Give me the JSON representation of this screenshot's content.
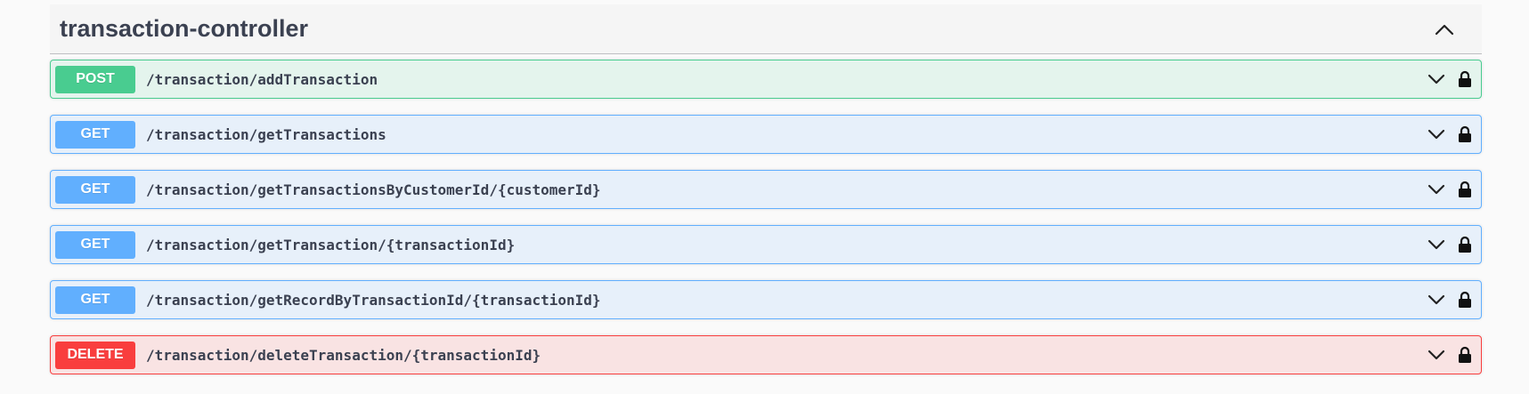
{
  "section": {
    "title": "transaction-controller",
    "toggle_icon": "chevron-up-icon"
  },
  "colors": {
    "post": "#49cc90",
    "get": "#61affe",
    "delete": "#f93e3e",
    "text": "#3b4151"
  },
  "operations": [
    {
      "method": "POST",
      "path": "/transaction/addTransaction"
    },
    {
      "method": "GET",
      "path": "/transaction/getTransactions"
    },
    {
      "method": "GET",
      "path": "/transaction/getTransactionsByCustomerId/{customerId}"
    },
    {
      "method": "GET",
      "path": "/transaction/getTransaction/{transactionId}"
    },
    {
      "method": "GET",
      "path": "/transaction/getRecordByTransactionId/{transactionId}"
    },
    {
      "method": "DELETE",
      "path": "/transaction/deleteTransaction/{transactionId}"
    }
  ],
  "icons": {
    "expand": "chevron-down-icon",
    "auth": "lock-icon"
  }
}
